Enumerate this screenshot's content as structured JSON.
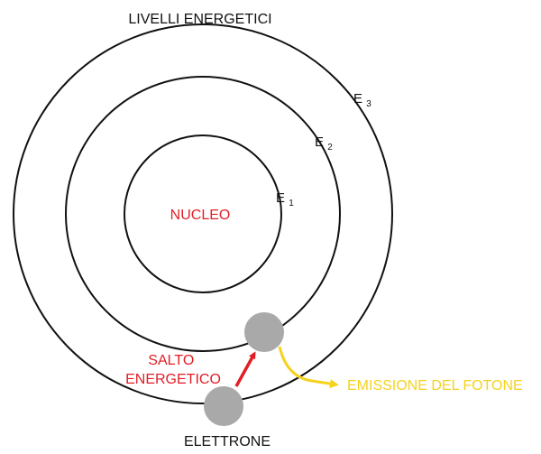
{
  "title": "LIVELLI ENERGETICI",
  "nucleus": {
    "label": "NUCLEO"
  },
  "levels": [
    {
      "letter": "E",
      "subscript": "1"
    },
    {
      "letter": "E",
      "subscript": "2"
    },
    {
      "letter": "E",
      "subscript": "3"
    }
  ],
  "jump": {
    "line1": "SALTO",
    "line2": "ENERGETICO"
  },
  "electron": {
    "label": "ELETTRONE"
  },
  "photon": {
    "label": "EMISSIONE DEL FOTONE"
  },
  "colors": {
    "orbit": "#111111",
    "nucleus_text": "#e0202a",
    "jump": "#e01e26",
    "photon": "#f6d21e",
    "electron": "#a9a9a9"
  }
}
